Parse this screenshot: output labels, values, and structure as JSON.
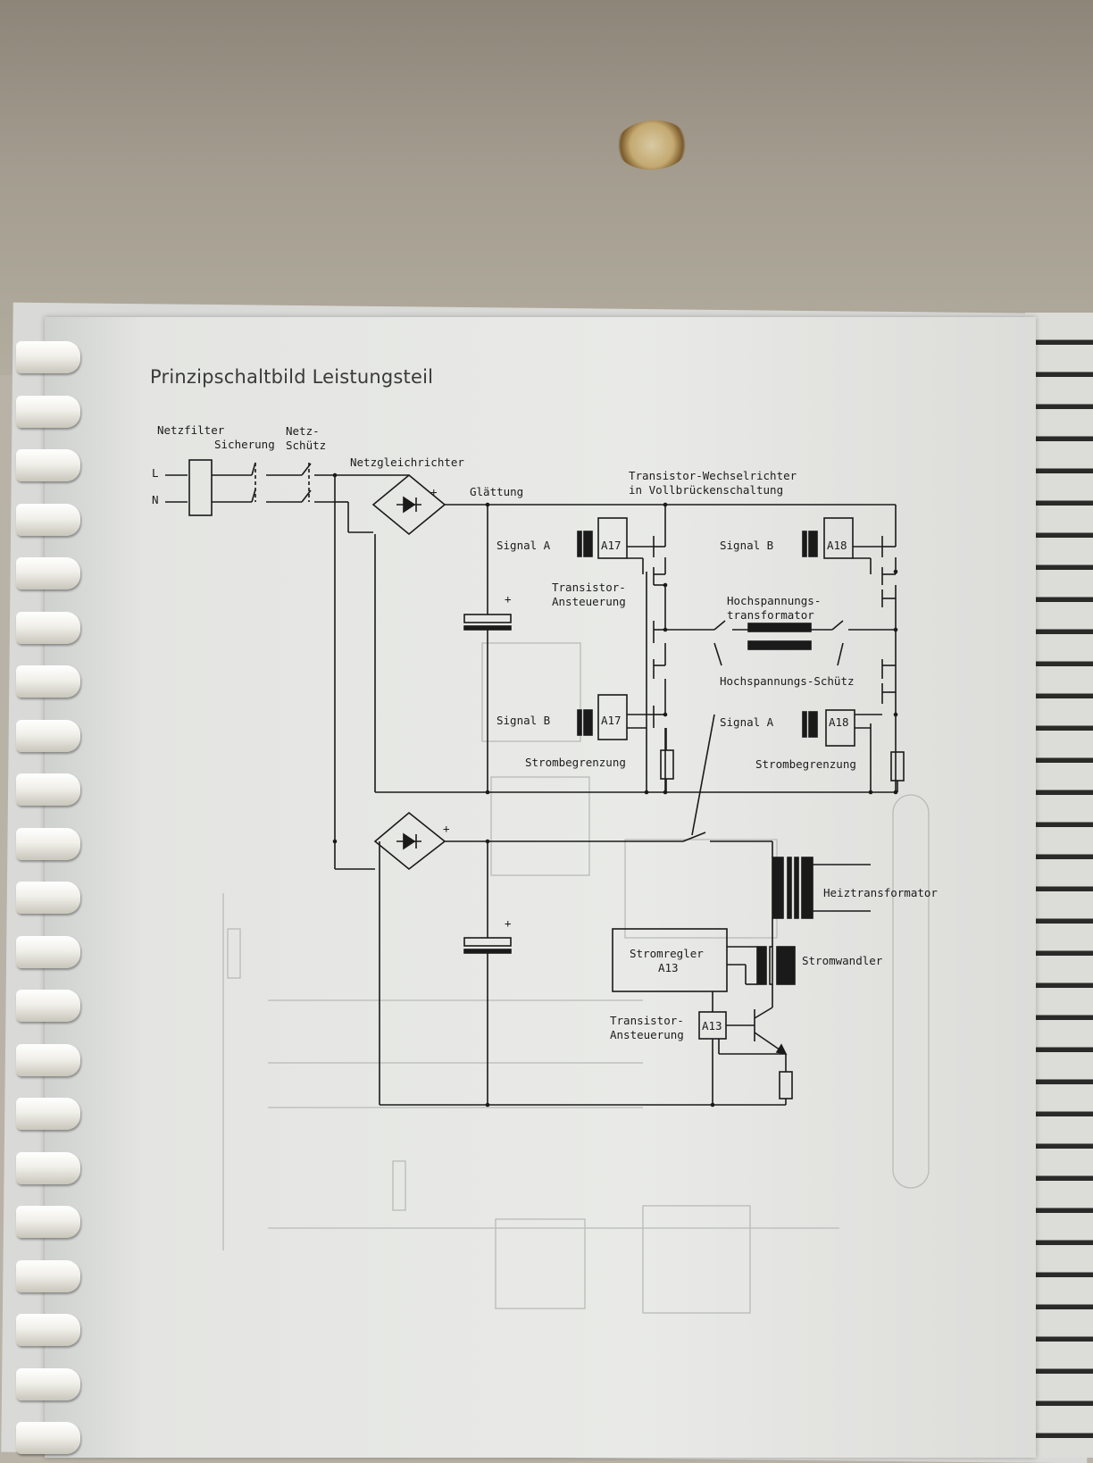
{
  "title": "Prinzipschaltbild Leistungsteil",
  "labels": {
    "netzfilter": "Netzfilter",
    "sicherung": "Sicherung",
    "netz": "Netz-",
    "schuetz": "Schütz",
    "line_l": "L",
    "line_n": "N",
    "netzgleichrichter": "Netzgleichrichter",
    "glaettung": "Glättung",
    "inverter_1": "Transistor-Wechselrichter",
    "inverter_2": "in Vollbrückenschaltung",
    "signal_a_top": "Signal A",
    "a17_top": "A17",
    "signal_b_top": "Signal B",
    "a18_top": "A18",
    "ansteuerung_1": "Transistor-",
    "ansteuerung_2": "Ansteuerung",
    "hv_trafo_1": "Hochspannungs-",
    "hv_trafo_2": "transformator",
    "hv_schuetz": "Hochspannungs-Schütz",
    "signal_b_bottom": "Signal B",
    "a17_bottom": "A17",
    "signal_a_bottom": "Signal A",
    "a18_bottom": "A18",
    "strombegrenzung_left": "Strombegrenzung",
    "strombegrenzung_right": "Strombegrenzung",
    "heiztransformator": "Heiztransformator",
    "stromregler_1": "Stromregler",
    "stromregler_2": "A13",
    "stromwandler": "Stromwandler",
    "ansteuerung2_1": "Transistor-",
    "ansteuerung2_2": "Ansteuerung",
    "a13": "A13",
    "plus": "+"
  }
}
